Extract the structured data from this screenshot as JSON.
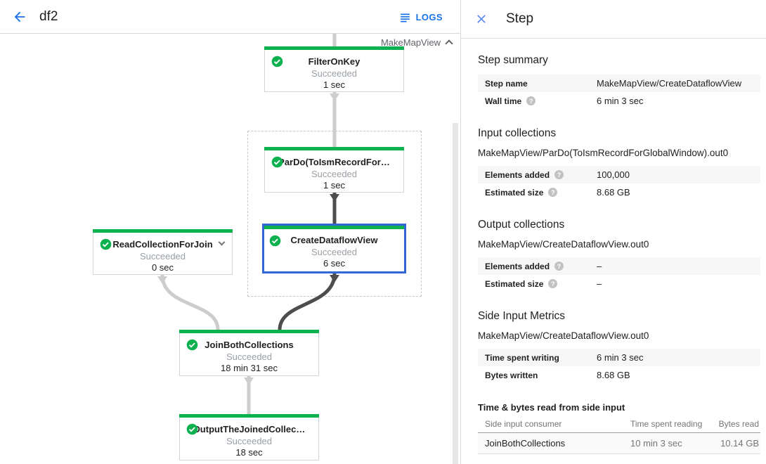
{
  "topbar": {
    "title": "df2",
    "logs_label": "LOGS"
  },
  "graph": {
    "group_label": "MakeMapView",
    "nodes": [
      {
        "name": "FilterOnKey",
        "status": "Succeeded",
        "time": "1 sec"
      },
      {
        "name": "ParDo(ToIsmRecordFor…",
        "status": "Succeeded",
        "time": "1 sec"
      },
      {
        "name": "CreateDataflowView",
        "status": "Succeeded",
        "time": "6 sec",
        "selected": true
      },
      {
        "name": "ReadCollectionForJoin",
        "status": "Succeeded",
        "time": "0 sec"
      },
      {
        "name": "JoinBothCollections",
        "status": "Succeeded",
        "time": "18 min 31 sec"
      },
      {
        "name": "OutputTheJoinedCollec…",
        "status": "Succeeded",
        "time": "18 sec"
      }
    ]
  },
  "panel": {
    "title": "Step",
    "step_summary": {
      "heading": "Step summary",
      "rows": [
        {
          "label": "Step name",
          "value": "MakeMapView/CreateDataflowView"
        },
        {
          "label": "Wall time",
          "value": "6 min 3 sec",
          "help": true
        }
      ]
    },
    "input_collections": {
      "heading": "Input collections",
      "collection": "MakeMapView/ParDo(ToIsmRecordForGlobalWindow).out0",
      "rows": [
        {
          "label": "Elements added",
          "value": "100,000",
          "help": true
        },
        {
          "label": "Estimated size",
          "value": "8.68 GB",
          "help": true
        }
      ]
    },
    "output_collections": {
      "heading": "Output collections",
      "collection": "MakeMapView/CreateDataflowView.out0",
      "rows": [
        {
          "label": "Elements added",
          "value": "–",
          "help": true
        },
        {
          "label": "Estimated size",
          "value": "–",
          "help": true
        }
      ]
    },
    "side_input_metrics": {
      "heading": "Side Input Metrics",
      "collection": "MakeMapView/CreateDataflowView.out0",
      "rows": [
        {
          "label": "Time spent writing",
          "value": "6 min 3 sec"
        },
        {
          "label": "Bytes written",
          "value": "8.68 GB"
        }
      ]
    },
    "side_input_table": {
      "heading": "Time & bytes read from side input",
      "columns": [
        "Side input consumer",
        "Time spent reading",
        "Bytes read"
      ],
      "rows": [
        [
          "JoinBothCollections",
          "10 min 3 sec",
          "10.14 GB"
        ]
      ]
    }
  },
  "icons": {
    "help": "?"
  },
  "colors": {
    "success_green": "#0db14f",
    "link_blue": "#1a73e8",
    "selection_blue": "#3367d6",
    "edge_dark": "#4d4d4d",
    "edge_light": "#cdcdcd"
  }
}
